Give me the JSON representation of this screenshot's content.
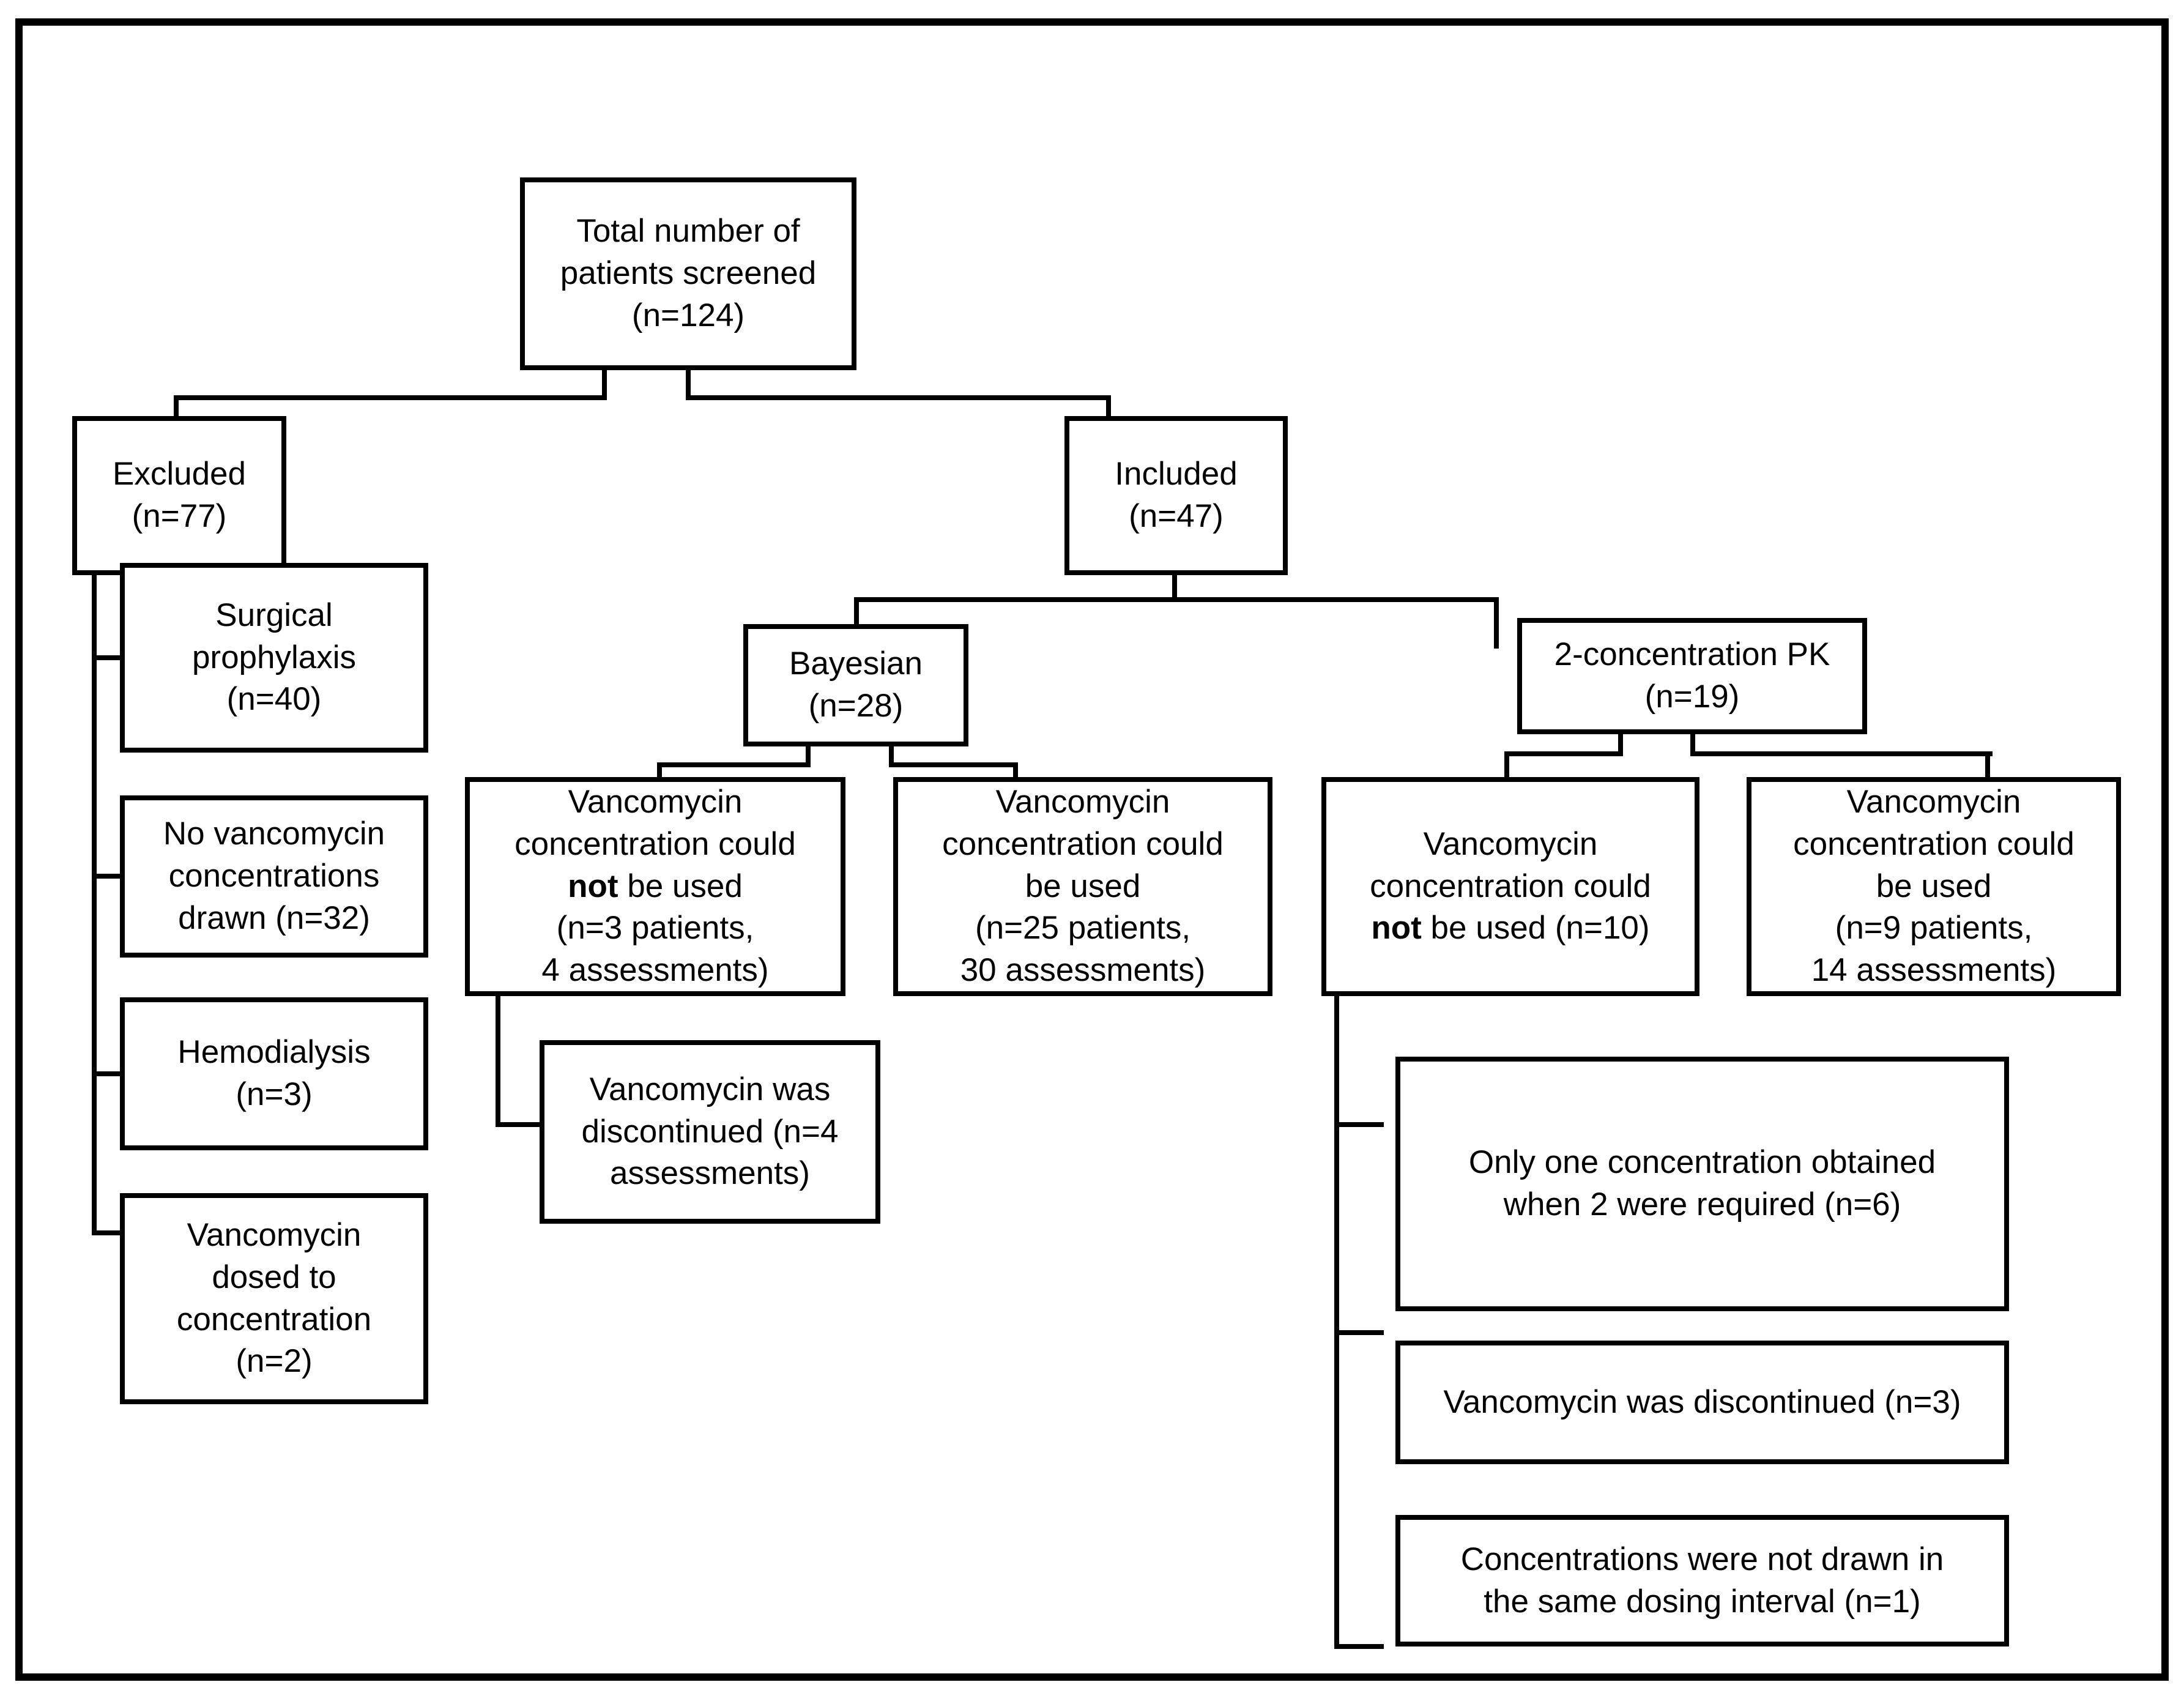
{
  "figure": {
    "kind": "patient-flow-diagram",
    "background_color": "#ffffff",
    "line_color": "#000000",
    "box_border_color": "#000000",
    "text_color": "#000000"
  },
  "nodes": {
    "total": {
      "lines": [
        "Total number of",
        "patients screened",
        "(n=124)"
      ]
    },
    "excluded": {
      "lines": [
        "Excluded",
        "(n=77)"
      ]
    },
    "surgical": {
      "lines": [
        "Surgical",
        "prophylaxis",
        "(n=40)"
      ]
    },
    "no_vanc": {
      "lines": [
        "No vancomycin",
        "concentrations",
        "drawn (n=32)"
      ]
    },
    "hemo": {
      "lines": [
        "Hemodialysis",
        "(n=3)"
      ]
    },
    "dosed": {
      "lines": [
        "Vancomycin",
        "dosed to",
        "concentration",
        "(n=2)"
      ]
    },
    "included": {
      "lines": [
        "Included",
        "(n=47)"
      ]
    },
    "bayesian": {
      "lines": [
        "Bayesian",
        "(n=28)"
      ]
    },
    "pk": {
      "lines": [
        "2-concentration PK",
        "(n=19)"
      ]
    },
    "bay_not": {
      "lines": [
        "Vancomycin",
        "concentration could",
        {
          "pre": "",
          "bold": "not",
          "post": " be used"
        },
        "(n=3 patients,",
        "4 assessments)"
      ]
    },
    "bay_used": {
      "lines": [
        "Vancomycin",
        "concentration could",
        "be used",
        "(n=25 patients,",
        "30 assessments)"
      ]
    },
    "bay_disc": {
      "lines": [
        "Vancomycin was",
        "discontinued (n=4",
        "assessments)"
      ]
    },
    "pk_not": {
      "lines": [
        "Vancomycin",
        "concentration could",
        {
          "pre": "",
          "bold": "not",
          "post": " be used (n=10)"
        }
      ]
    },
    "pk_used": {
      "lines": [
        "Vancomycin",
        "concentration could",
        "be used",
        "(n=9 patients,",
        "14 assessments)"
      ]
    },
    "only_one": {
      "lines": [
        "Only one concentration obtained",
        "when 2 were required (n=6)"
      ]
    },
    "disc3": {
      "lines": [
        "Vancomycin was discontinued (n=3)"
      ]
    },
    "interval": {
      "lines": [
        "Concentrations were not drawn in",
        "the same dosing interval (n=1)"
      ]
    }
  }
}
